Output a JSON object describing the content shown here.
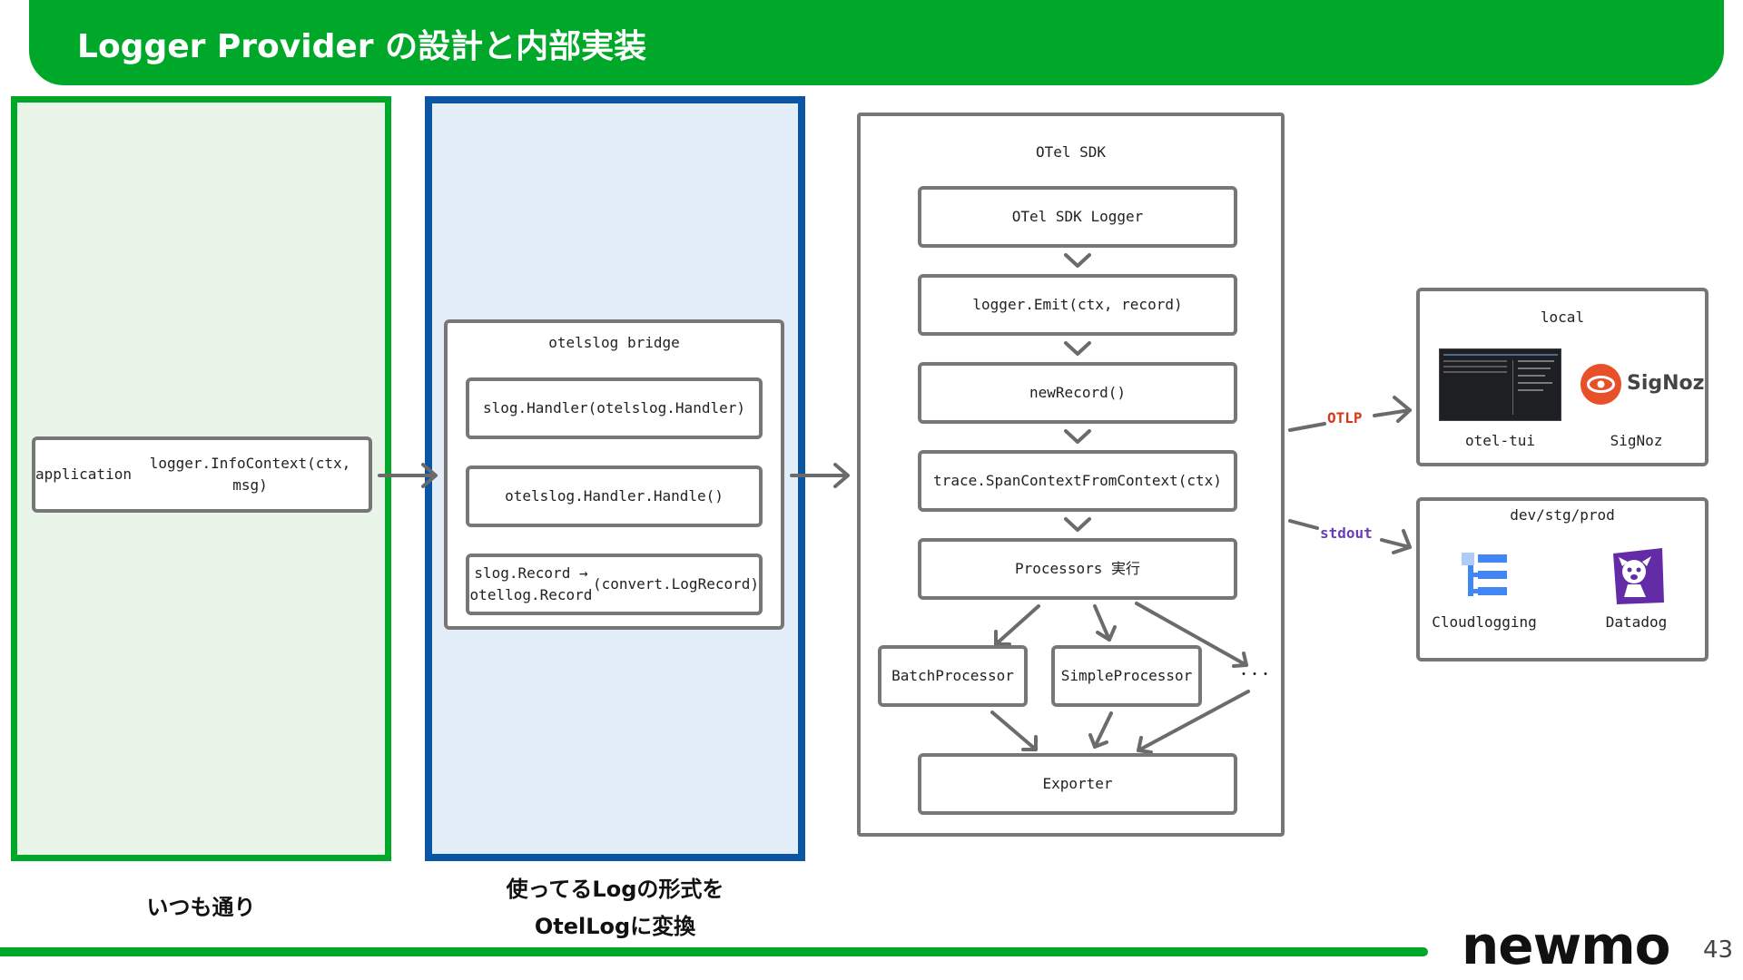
{
  "header": {
    "title": "Logger Provider の設計と内部実装"
  },
  "captions": {
    "app": "いつも通り",
    "bridge_line1": "使ってるLogの形式を",
    "bridge_line2": "OtelLogに変換"
  },
  "app_box": {
    "line1": "application",
    "line2": "logger.InfoContext(ctx, msg)"
  },
  "bridge": {
    "title": "otelslog bridge",
    "steps": [
      {
        "line1": "slog.Handler",
        "line2": "(otelslog.Handler)"
      },
      {
        "line1": "otelslog.Handler.Handle()",
        "line2": ""
      },
      {
        "line1": "slog.Record → otellog.Record",
        "line2": "(convert.LogRecord)"
      }
    ]
  },
  "sdk": {
    "title": "OTel SDK",
    "steps": [
      "OTel SDK Logger",
      "logger.Emit(ctx, record)",
      "newRecord()",
      "trace.SpanContextFromContext(ctx)",
      "Processors 実行"
    ],
    "processors": [
      "BatchProcessor",
      "SimpleProcessor"
    ],
    "ellipsis": "・・・",
    "exporter": "Exporter"
  },
  "routes": {
    "otlp": "OTLP",
    "stdout": "stdout"
  },
  "local": {
    "title": "local",
    "tools": [
      {
        "name": "otel-tui"
      },
      {
        "name": "SigNoz",
        "logo_text": "SigNoz"
      }
    ]
  },
  "prod": {
    "title": "dev/stg/prod",
    "tools": [
      {
        "name": "Cloudlogging"
      },
      {
        "name": "Datadog"
      }
    ]
  },
  "footer": {
    "brand": "newmo",
    "page": "43"
  },
  "colors": {
    "green": "#00a82a",
    "blue": "#0a56a4",
    "otlp": "#d9361e",
    "stdout": "#6a3fb5",
    "signoz": "#e8502a",
    "datadog": "#632ca6",
    "cloudlogging": "#4285f4"
  }
}
